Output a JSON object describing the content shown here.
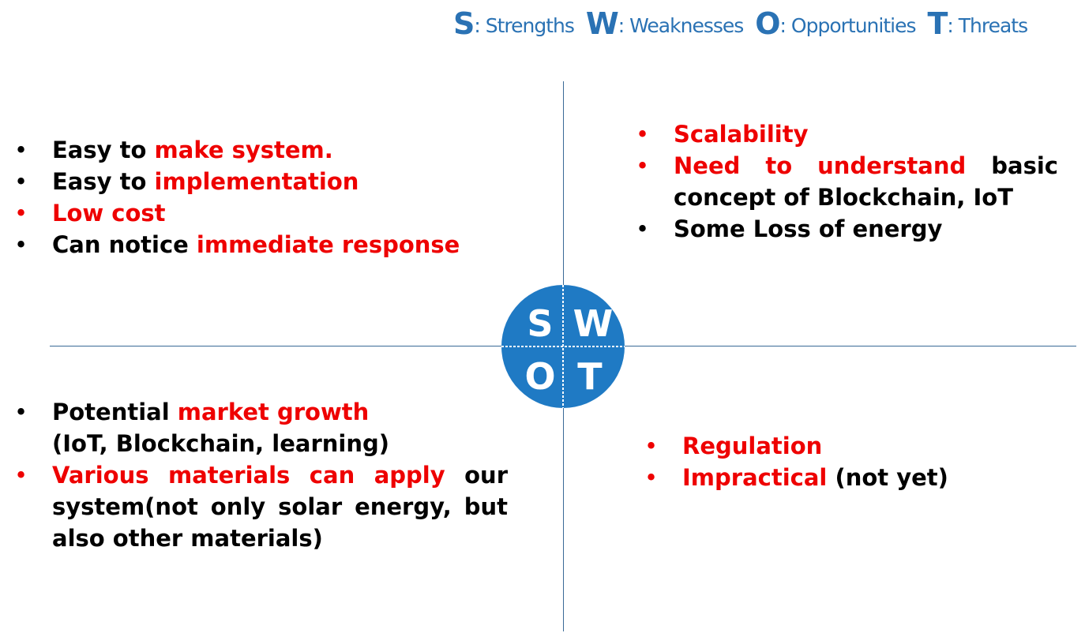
{
  "legend": {
    "s_letter": "S",
    "s_word": ": Strengths",
    "w_letter": "W",
    "w_word": ": Weaknesses",
    "o_letter": "O",
    "o_word": ": Opportunities",
    "t_letter": "T",
    "t_word": ": Threats"
  },
  "circle": {
    "s": "S",
    "w": "W",
    "o": "O",
    "t": "T"
  },
  "colors": {
    "accent_blue": "#1f7ac4",
    "legend_blue": "#2a72b4",
    "highlight_red": "#ee0000",
    "axis_line": "#3a6a96"
  },
  "strengths": {
    "item1_plain": "Easy to ",
    "item1_red": "make system.",
    "item2_plain": "Easy to ",
    "item2_red": "implementation",
    "item3_red": "Low cost",
    "item4_plain": "Can notice ",
    "item4_red": "immediate response"
  },
  "weaknesses": {
    "item1_red": "Scalability",
    "item2_red": "Need to understand",
    "item2_plain": " basic concept of Blockchain, IoT",
    "item3_plain": "Some Loss of energy"
  },
  "opportunities": {
    "item1_plain": "Potential ",
    "item1_red": "market growth",
    "item1_sub": "(IoT, Blockchain, learning)",
    "item2_red": "Various materials can apply",
    "item2_plain": " our system(not only solar energy, but also other materials)"
  },
  "threats": {
    "item1_red": "Regulation",
    "item2_red": "Impractical",
    "item2_plain": " (not yet)"
  }
}
